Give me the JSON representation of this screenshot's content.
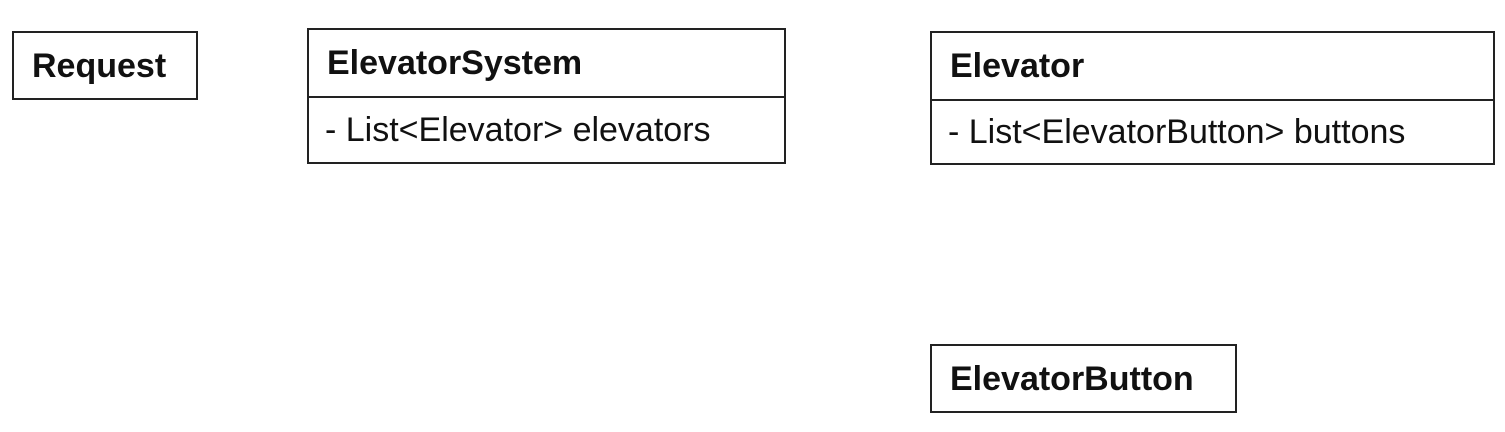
{
  "classes": {
    "request": {
      "name": "Request"
    },
    "elevator_system": {
      "name": "ElevatorSystem",
      "attributes": [
        "- List<Elevator> elevators"
      ]
    },
    "elevator": {
      "name": "Elevator",
      "attributes": [
        "- List<ElevatorButton> buttons"
      ]
    },
    "elevator_button": {
      "name": "ElevatorButton"
    }
  }
}
